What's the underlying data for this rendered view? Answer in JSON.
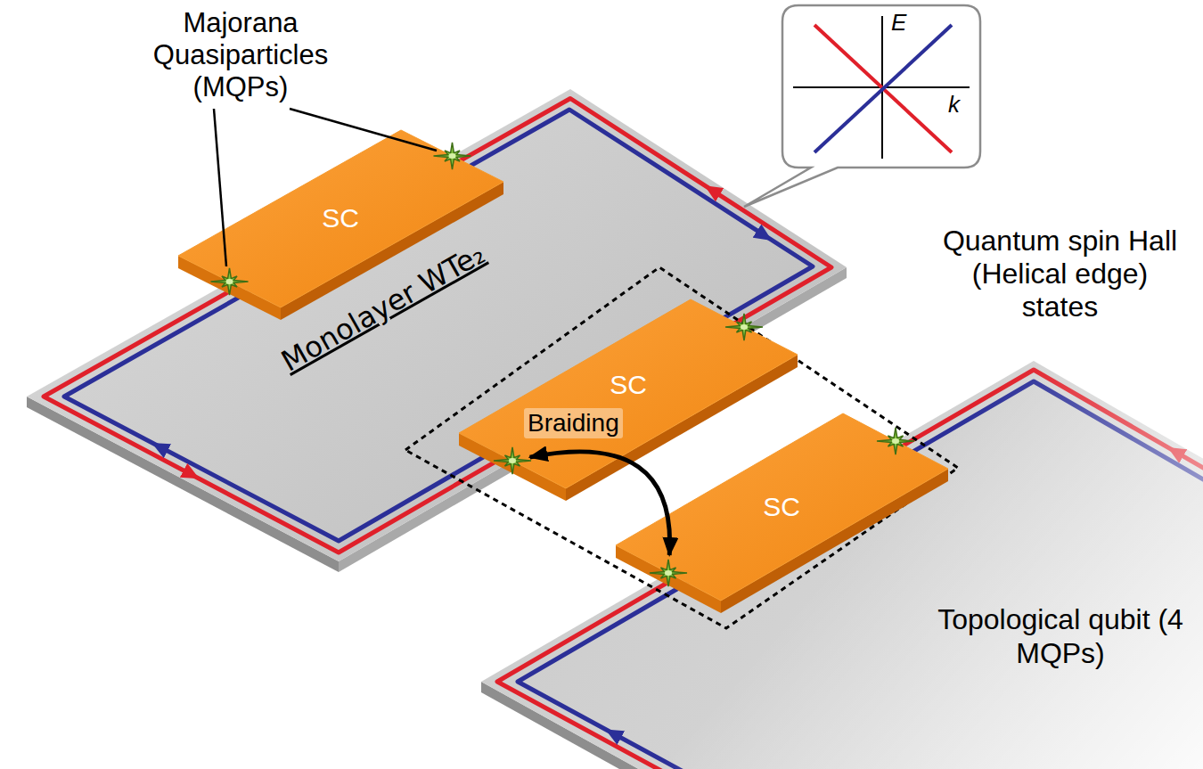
{
  "diagram": {
    "nodes": [
      {
        "text": [
          "SC"
        ]
      },
      {
        "text": [
          "E",
          "k"
        ]
      },
      {
        "text": [
          "Topological qubit (4 MQPs)"
        ]
      },
      {
        "text": [
          "SC"
        ],
        "in": 2
      },
      {
        "text": [
          "SC"
        ],
        "in": 2
      }
    ],
    "edges": [
      {
        "from": 3,
        "to": 4,
        "arrow": "both",
        "label": "Braiding"
      }
    ],
    "labels": [
      "Majorana Quasiparticles (MQPs)",
      "Monolayer WTe₂",
      "Quantum spin Hall (Helical edge) states"
    ]
  }
}
